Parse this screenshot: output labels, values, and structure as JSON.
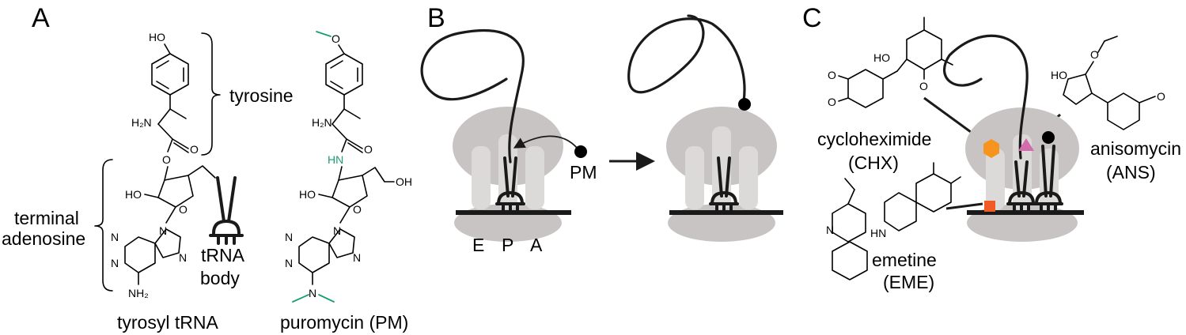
{
  "panels": {
    "a": {
      "letter": "A",
      "tyrosine": "tyrosine",
      "terminal_line1": "terminal",
      "terminal_line2": "adenosine",
      "trna_line1": "tRNA",
      "trna_line2": "body",
      "left_caption": "tyrosyl tRNA",
      "right_caption": "puromycin (PM)",
      "atoms": {
        "ho": "HO",
        "h2n": "H₂N",
        "o": "O",
        "n": "N",
        "nh2": "NH₂",
        "hn": "HN",
        "oh": "OH"
      }
    },
    "b": {
      "letter": "B",
      "pm": "PM",
      "site_e": "E",
      "site_p": "P",
      "site_a": "A"
    },
    "c": {
      "letter": "C",
      "chx_line1": "cycloheximide",
      "chx_line2": "(CHX)",
      "ans_line1": "anisomycin",
      "ans_line2": "(ANS)",
      "eme_line1": "emetine",
      "eme_line2": "(EME)"
    }
  },
  "colors": {
    "ribosome": "#c8c4c3",
    "ribosome_slot": "#dcdad9",
    "puromycin_highlight": "#1a9e6e",
    "chx_marker": "#f7941d",
    "ans_marker": "#d36bac",
    "eme_marker": "#f15a24"
  },
  "icons": {
    "chx_marker": "orange-hexagon-icon",
    "ans_marker": "pink-triangle-icon",
    "eme_marker": "orange-square-icon",
    "pm_marker": "black-dot-icon"
  }
}
